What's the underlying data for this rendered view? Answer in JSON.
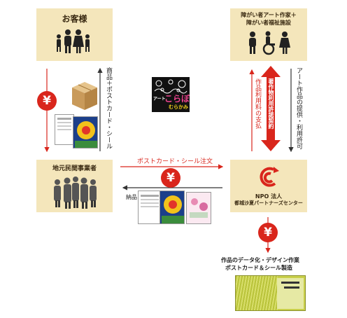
{
  "customer": {
    "title": "お客様",
    "icon": "family-icon"
  },
  "facility": {
    "title_line1": "障がい者アート作家＋",
    "title_line2": "障がい者福祉施設",
    "icon": "artist-wheelchair-icon"
  },
  "business": {
    "title": "地元民間事業者",
    "icon": "business-people-icon"
  },
  "npo": {
    "title_line1": "NPO 法人",
    "title_line2": "都城沙夏パートナーズセンター",
    "icon": "npo-logo-icon"
  },
  "logo": {
    "text_top": "アート",
    "text_mid": "こらぼ",
    "text_sub": "むらかみ"
  },
  "flows": {
    "product_label": "商品＋ポストカード・シール",
    "order_label": "ポストカード・シール注文",
    "delivery_label": "納品",
    "contract_label": "著作物利用許諾契約",
    "fee_label": "作品利用料の支払",
    "provide_label": "アート作品の提供・利用許可"
  },
  "yen_symbol": "¥",
  "production": {
    "line1": "作品のデータ化・デザイン作業",
    "line2": "ポストカード＆シール製造"
  },
  "colors": {
    "box": "#f4e6bb",
    "accent": "#d9261c",
    "arrow": "#333333"
  }
}
